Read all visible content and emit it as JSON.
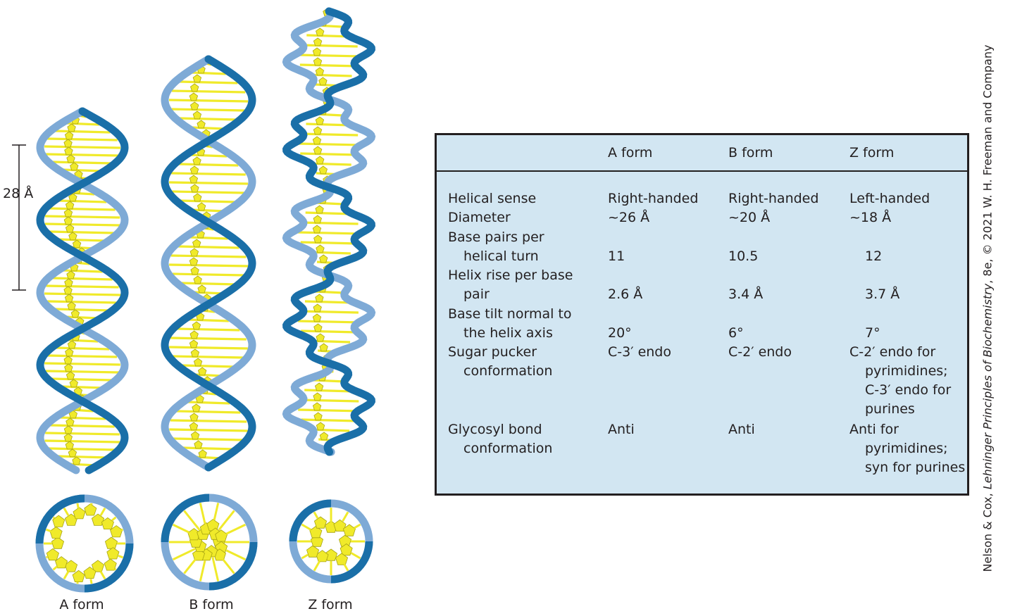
{
  "scale_label": "28 Å",
  "forms": [
    {
      "name": "A form"
    },
    {
      "name": "B form"
    },
    {
      "name": "Z form"
    }
  ],
  "credit": {
    "prefix": "Nelson & Cox, ",
    "book": "Lehninger Principles of Biochemistry",
    "suffix": ", 8e, © 2021 W. H. Freeman and Company"
  },
  "table": {
    "headers": [
      "",
      "A form",
      "B form",
      "Z form"
    ],
    "rows": [
      {
        "label": [
          "Helical sense"
        ],
        "a": [
          "Right-handed"
        ],
        "b": [
          "Right-handed"
        ],
        "z": [
          "Left-handed"
        ]
      },
      {
        "label": [
          "Diameter"
        ],
        "a": [
          "~26 Å"
        ],
        "b": [
          "~20 Å"
        ],
        "z": [
          "~18 Å"
        ]
      },
      {
        "label": [
          "Base pairs per",
          "helical turn"
        ],
        "a": [
          "",
          "11"
        ],
        "b": [
          "",
          "10.5"
        ],
        "z": [
          "",
          "12"
        ]
      },
      {
        "label": [
          "Helix rise per base",
          "pair"
        ],
        "a": [
          "",
          "2.6 Å"
        ],
        "b": [
          "",
          "3.4 Å"
        ],
        "z": [
          "",
          "3.7 Å"
        ]
      },
      {
        "label": [
          "Base tilt normal to",
          "the helix axis"
        ],
        "a": [
          "",
          "20°"
        ],
        "b": [
          "",
          "6°"
        ],
        "z": [
          "",
          "7°"
        ]
      },
      {
        "label": [
          "Sugar pucker",
          "conformation"
        ],
        "a": [
          "C-3′ endo"
        ],
        "b": [
          "C-2′ endo"
        ],
        "z": [
          "C-2′ endo for",
          "pyrimidines;",
          "C-3′ endo for",
          "purines"
        ]
      },
      {
        "label": [
          "Glycosyl bond",
          "conformation"
        ],
        "a": [
          "Anti"
        ],
        "b": [
          "Anti"
        ],
        "z": [
          "Anti for",
          "pyrimidines;",
          "syn for purines"
        ]
      }
    ]
  },
  "colors": {
    "strand_dark": "#1a6fa8",
    "strand_light": "#7eaad6",
    "base": "#f0ea2a",
    "base_edge": "#a7a413",
    "table_bg": "#d2e6f2"
  }
}
